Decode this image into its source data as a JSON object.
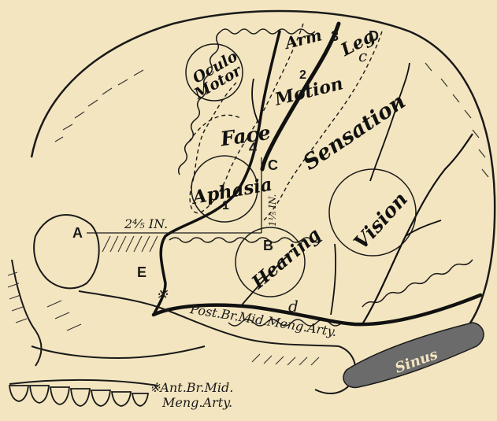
{
  "colors": {
    "paper": "#f3e5bf",
    "ink": "#1a1a1a"
  },
  "regions": {
    "oculo": "Oculo",
    "motor": "Motor",
    "arm": "Arm",
    "leg": "Leg",
    "motion": "Motion",
    "sensation": "Sensation",
    "face": "Face",
    "aphasia": "Aphasia",
    "vision": "Vision",
    "hearing": "Hearing",
    "sinus": "Sinus"
  },
  "points": {
    "a": "A",
    "b": "B",
    "c_upper": "C",
    "c_lower": "c",
    "d_upper": "D",
    "d_lower": "d",
    "e": "E"
  },
  "numbers": {
    "n1": "1",
    "n2": "2",
    "n3": "3",
    "n4": "4"
  },
  "measurements": {
    "horizontal": "2⁴⁄₅ IN.",
    "vertical": "1¹⁄₅ IN."
  },
  "vessel_labels": {
    "post_line1": "Post.Br.Mid.Meng.Arty.",
    "ant_line1": "※Ant.Br.Mid.",
    "ant_line2": "Meng.Arty."
  },
  "marker": "※"
}
